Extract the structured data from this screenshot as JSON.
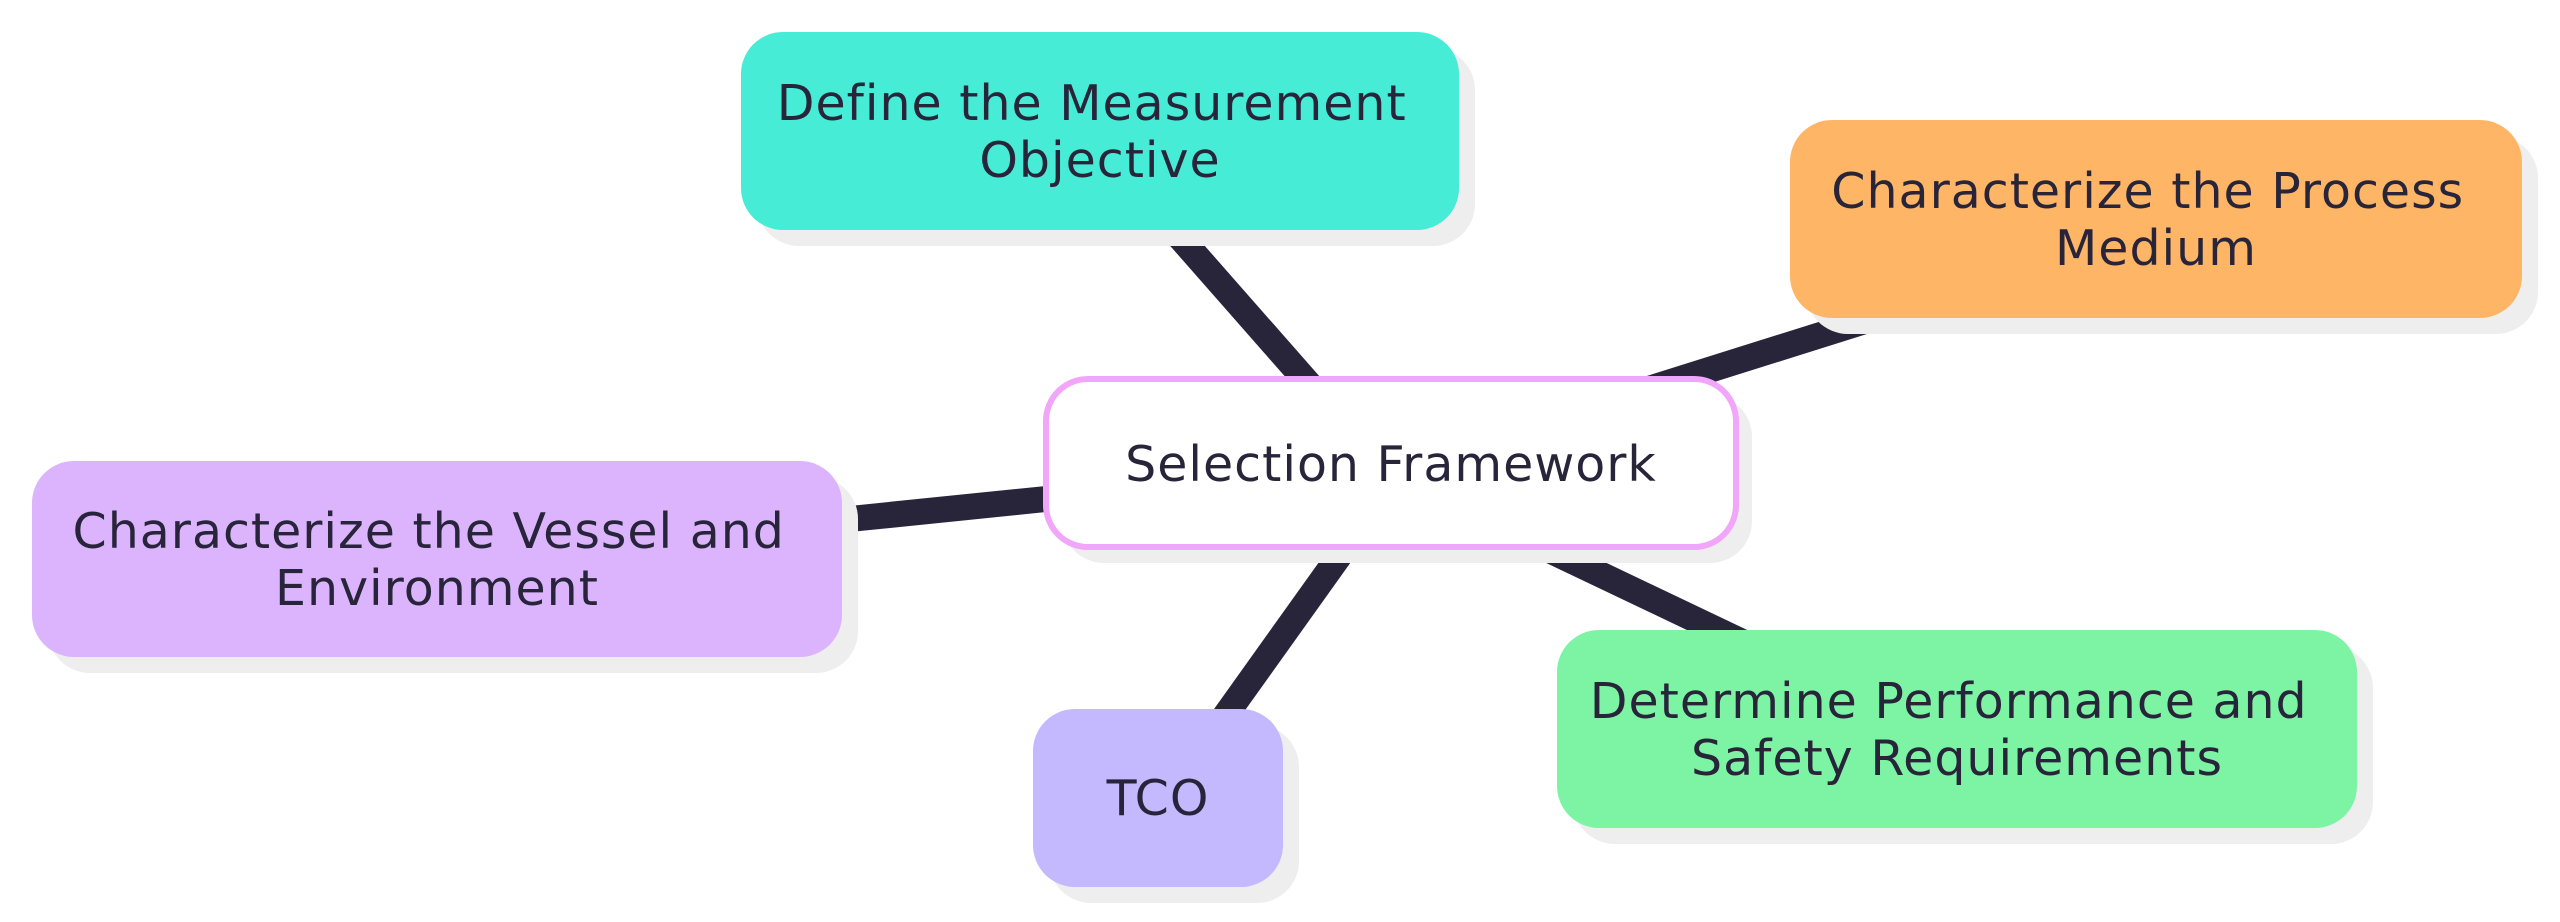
{
  "diagram": {
    "type": "mindmap",
    "center": {
      "label": "Selection Framework",
      "fill": "#ffffff",
      "border": "#f2a6f9"
    },
    "branches": [
      {
        "lines": [
          "Define the Measurement",
          "Objective"
        ],
        "fill": "#46ecd6"
      },
      {
        "lines": [
          "Characterize the Process",
          "Medium"
        ],
        "fill": "#ffb566"
      },
      {
        "lines": [
          "Characterize the Vessel and",
          "Environment"
        ],
        "fill": "#dbb4fd"
      },
      {
        "lines": [
          "TCO"
        ],
        "fill": "#c4b8fe"
      },
      {
        "lines": [
          "Determine Performance and",
          "Safety Requirements"
        ],
        "fill": "#7df3a4"
      }
    ],
    "edge_color": "#28253b",
    "text_color": "#28253b"
  }
}
